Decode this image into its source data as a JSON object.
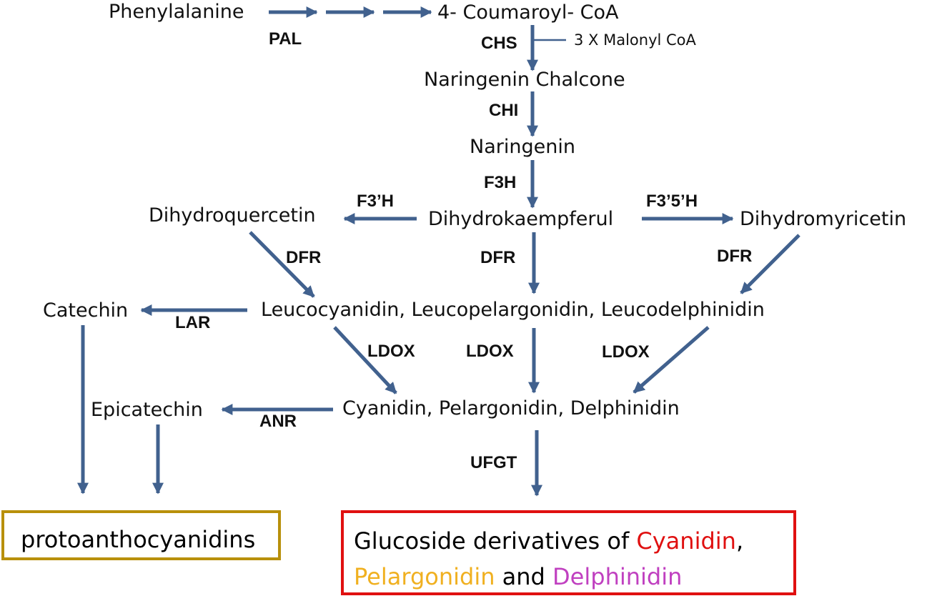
{
  "nodes": {
    "phenylalanine": "Phenylalanine",
    "coumaroyl_coa": "4- Coumaroyl- CoA",
    "malonyl_coa": "3 X Malonyl CoA",
    "naringenin_chalcone": "Naringenin Chalcone",
    "naringenin": "Naringenin",
    "dihydrokaempferul": "Dihydrokaempferul",
    "dihydroquercetin": "Dihydroquercetin",
    "dihydromyricetin": "Dihydromyricetin",
    "catechin": "Catechin",
    "leucoanthocyanidins": "Leucocyanidin, Leucopelargonidin, Leucodelphinidin",
    "epicatechin": "Epicatechin",
    "anthocyanidins": "Cyanidin, Pelargonidin, Delphinidin"
  },
  "enzymes": {
    "pal": "PAL",
    "chs": "CHS",
    "chi": "CHI",
    "f3h": "F3H",
    "f3ph": "F3’H",
    "f35h": "F3’5’H",
    "dfr": "DFR",
    "lar": "LAR",
    "ldox": "LDOX",
    "anr": "ANR",
    "ufgt": "UFGT"
  },
  "products": {
    "protoanthocyanidins": "protoanthocyanidins",
    "glucoside_prefix": "Glucoside derivatives of ",
    "cyanidin": "Cyanidin",
    "comma": ",",
    "pelargonidin": "Pelargonidin",
    "and": " and ",
    "delphinidin": "Delphinidin"
  },
  "colors": {
    "arrow": "#41618e",
    "proto_border": "#b8900b",
    "glucoside_border": "#e01010",
    "cyanidin": "#e01010",
    "pelargonidin": "#f0b020",
    "delphinidin": "#c040c0"
  }
}
